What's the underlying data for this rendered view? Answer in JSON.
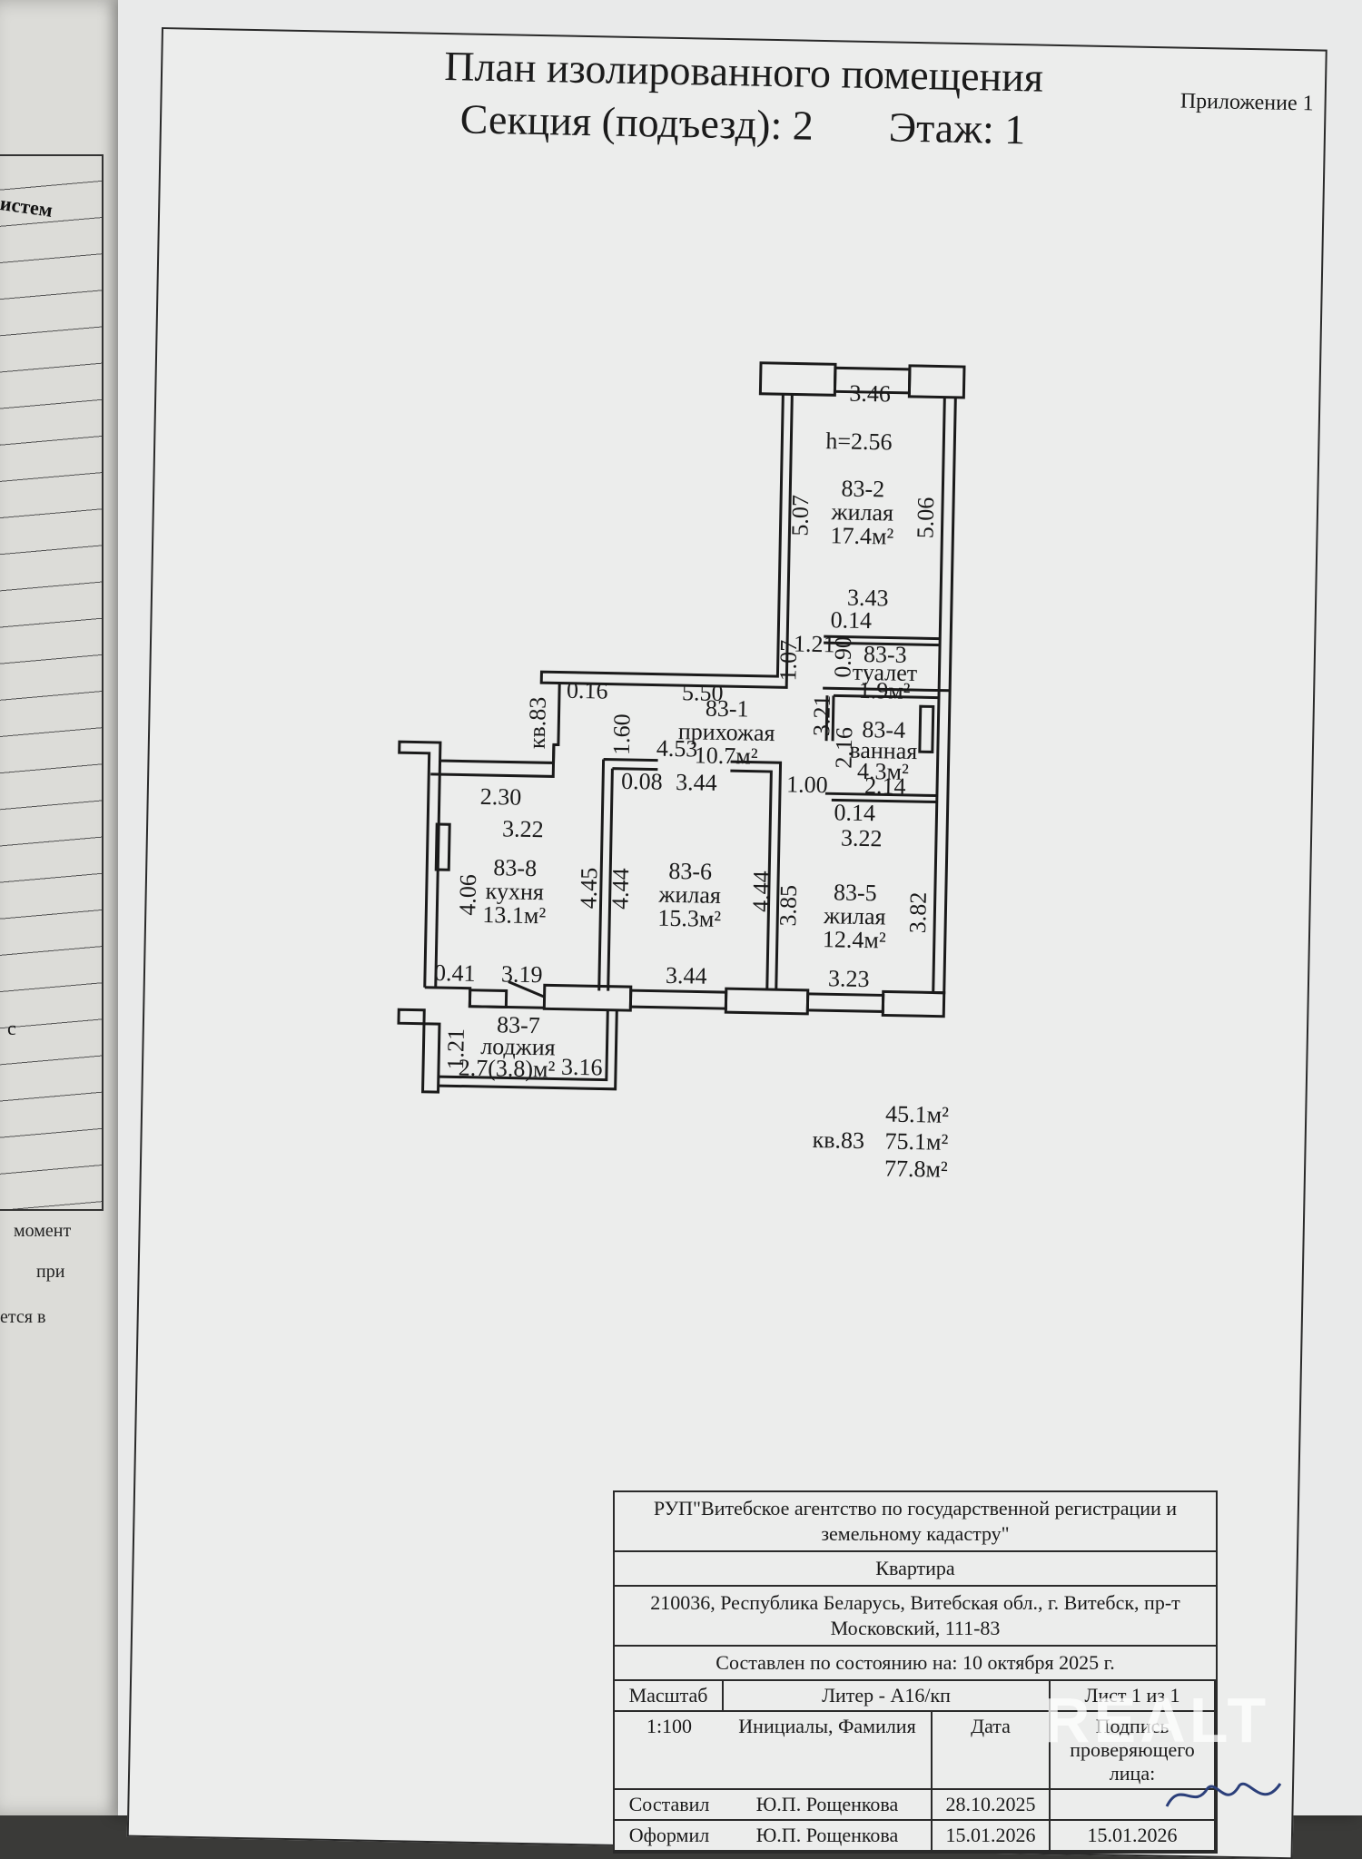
{
  "left_page": {
    "heading": "истем",
    "letter_c": "с",
    "lines": [
      "момент",
      "при",
      "ется   в"
    ]
  },
  "header": {
    "title_line1": "План изолированного помещения",
    "title_line2_section": "Секция (подъезд): 2",
    "title_line2_floor": "Этаж: 1",
    "appendix": "Приложение 1"
  },
  "plan": {
    "height_note": "h=2.56",
    "neighbor_label": "кв.83",
    "rooms": [
      {
        "id": "83-2",
        "name": "жилая",
        "area": "17.4м²"
      },
      {
        "id": "83-3",
        "name": "туалет",
        "area": "1.9м²"
      },
      {
        "id": "83-1",
        "name": "прихожая",
        "area": "10.7м²"
      },
      {
        "id": "83-4",
        "name": "ванная",
        "area": "4.3м²"
      },
      {
        "id": "83-8",
        "name": "кухня",
        "area": "13.1м²"
      },
      {
        "id": "83-6",
        "name": "жилая",
        "area": "15.3м²"
      },
      {
        "id": "83-5",
        "name": "жилая",
        "area": "12.4м²"
      },
      {
        "id": "83-7",
        "name": "лоджия",
        "area": "2.7(3.8)м²"
      }
    ],
    "dimensions": {
      "d346": "3.46",
      "d507": "5.07",
      "d506": "5.06",
      "d343": "3.43",
      "d014a": "0.14",
      "d121": "1.21",
      "d090": "0.90",
      "d107": "1.07",
      "d016": "0.16",
      "d550": "5.50",
      "d160": "1.60",
      "d321": "3.21",
      "d216": "2.16",
      "d453": "4.53",
      "d008": "0.08",
      "d344a": "3.44",
      "d100": "1.00",
      "d214": "2.14",
      "d014b": "0.14",
      "d230": "2.30",
      "d322a": "3.22",
      "d322b": "3.22",
      "d406": "4.06",
      "d445": "4.45",
      "d444a": "4.44",
      "d444b": "4.44",
      "d385": "3.85",
      "d382": "3.82",
      "d041": "0.41",
      "d319": "3.19",
      "d344b": "3.44",
      "d323": "3.23",
      "d121b": "1.21",
      "d316": "3.16"
    },
    "apartment": "кв.83",
    "totals": [
      "45.1м²",
      "75.1м²",
      "77.8м²"
    ]
  },
  "stamp": {
    "org": "РУП\"Витебское агентство по государственной регистрации и земельному кадастру\"",
    "object": "Квартира",
    "address": "210036, Республика Беларусь, Витебская обл., г. Витебск, пр-т Московский, 111-83",
    "as_of": "Составлен по состоянию на: 10 октября 2025 г.",
    "scale_label": "Масштаб",
    "liter": "Литер - А16/кп",
    "sheet": "Лист 1 из 1",
    "scale_value": "1:100",
    "initials_header": "Инициалы, Фамилия",
    "date_header": "Дата",
    "signature_header": "Подпись проверяющего лица:",
    "composed_label": "Составил",
    "composed_name": "Ю.П. Рощенкова",
    "composed_date": "28.10.2025",
    "drafted_label": "Оформил",
    "drafted_name": "Ю.П. Рощенкова",
    "drafted_date": "15.01.2026",
    "extra_date": "15.01.2026"
  },
  "watermark": "REALT"
}
